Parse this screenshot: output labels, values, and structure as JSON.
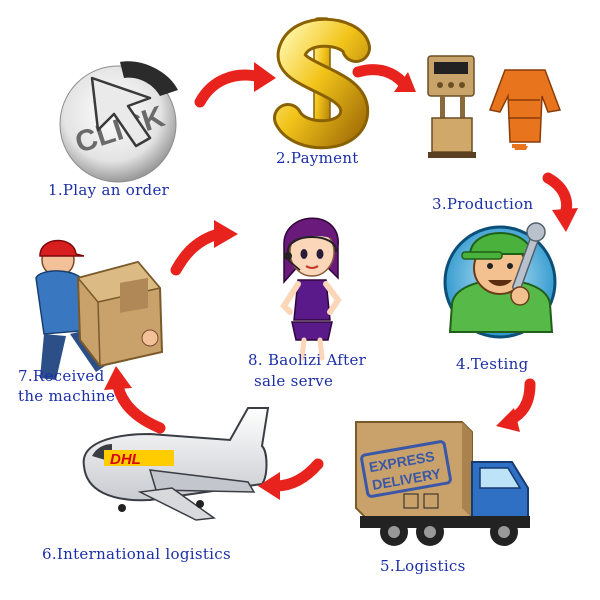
{
  "steps": {
    "s1": {
      "label": "1.Play an order",
      "icon": "click-cursor-icon"
    },
    "s2": {
      "label": "2.Payment",
      "icon": "dollar-sign-icon"
    },
    "s3": {
      "label": "3.Production",
      "icon": "machine-and-suit-icon"
    },
    "s4": {
      "label": "4.Testing",
      "icon": "mechanic-wrench-icon"
    },
    "s5": {
      "label": "5.Logistics",
      "icon": "delivery-truck-icon"
    },
    "s6": {
      "label": "6.International logistics",
      "icon": "cargo-plane-icon"
    },
    "s7": {
      "label_line1": "7.Received",
      "label_line2": "the machine",
      "icon": "courier-with-box-icon"
    },
    "s8": {
      "label_line1": "8. Baolizi After",
      "label_line2": "sale serve",
      "icon": "service-woman-icon"
    }
  },
  "artwork_text": {
    "click": "CLICK",
    "box_stamp_line1": "EXPRESS",
    "box_stamp_line2": "DELIVERY",
    "plane_logo": "DHL"
  },
  "colors": {
    "label_text": "#1a2fa8",
    "arrow": "#e8231d",
    "gold": "#f2c41a",
    "box": "#c9a26b",
    "truck_cab": "#2f6fc4",
    "dhl_yellow": "#ffcc00",
    "dhl_red": "#d40511"
  }
}
